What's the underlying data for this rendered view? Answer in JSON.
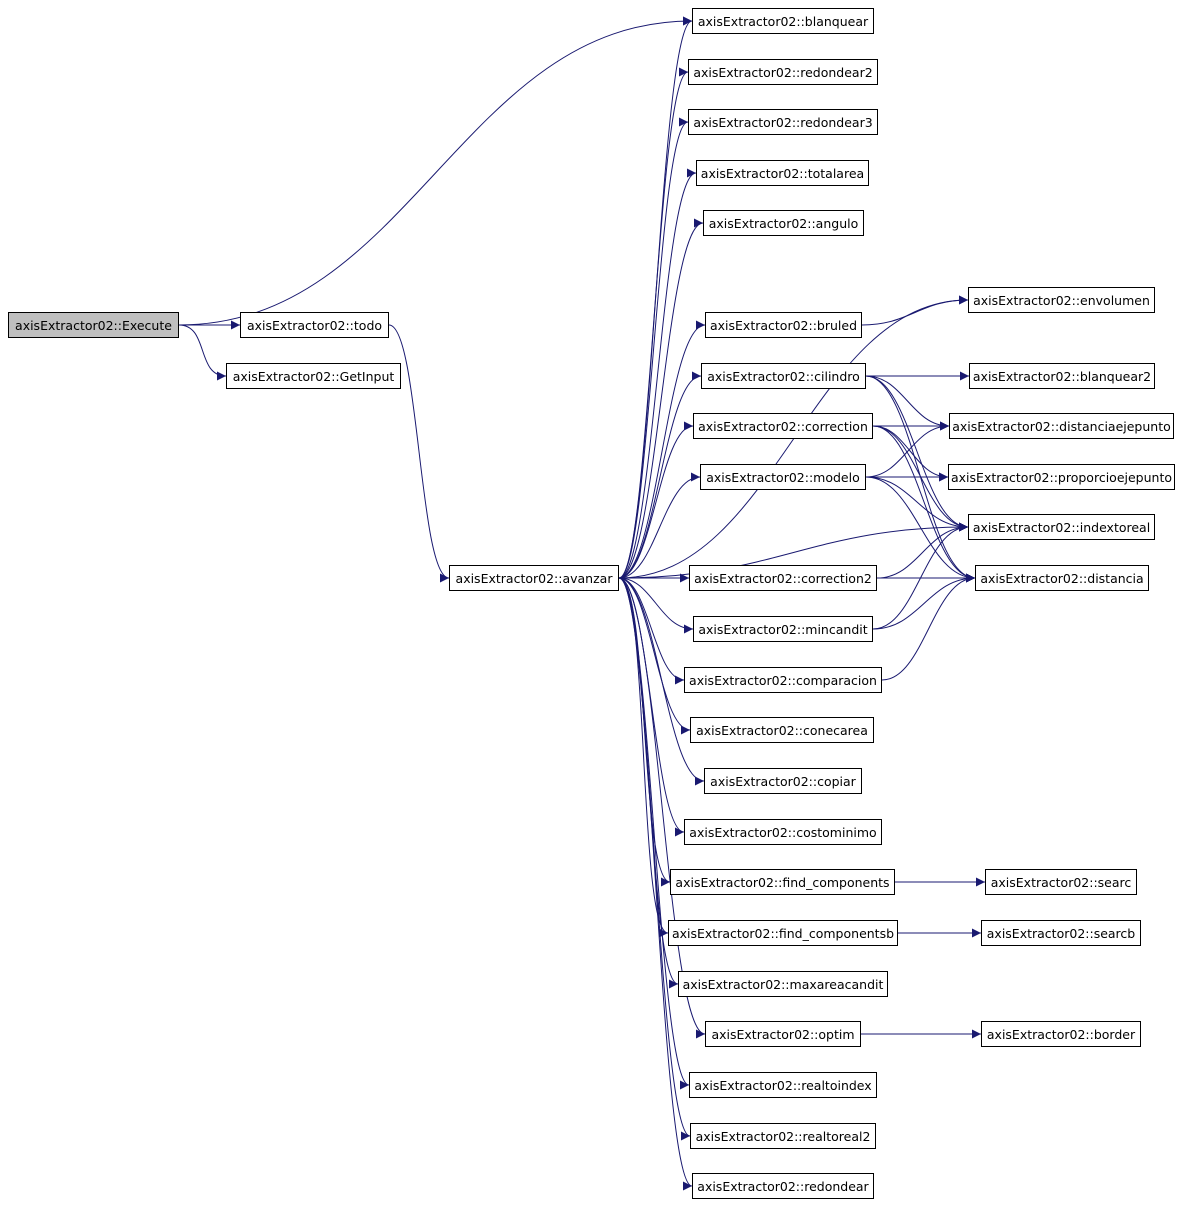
{
  "diagram": {
    "type": "call-graph",
    "edge_color": "#191970",
    "root_fill": "#bfbfbf",
    "nodes": {
      "execute": "axisExtractor02::Execute",
      "todo": "axisExtractor02::todo",
      "getinput": "axisExtractor02::GetInput",
      "avanzar": "axisExtractor02::avanzar",
      "blanquear": "axisExtractor02::blanquear",
      "redondear2": "axisExtractor02::redondear2",
      "redondear3": "axisExtractor02::redondear3",
      "totalarea": "axisExtractor02::totalarea",
      "angulo": "axisExtractor02::angulo",
      "bruled": "axisExtractor02::bruled",
      "cilindro": "axisExtractor02::cilindro",
      "correction": "axisExtractor02::correction",
      "modelo": "axisExtractor02::modelo",
      "correction2": "axisExtractor02::correction2",
      "mincandit": "axisExtractor02::mincandit",
      "comparacion": "axisExtractor02::comparacion",
      "conecarea": "axisExtractor02::conecarea",
      "copiar": "axisExtractor02::copiar",
      "costominimo": "axisExtractor02::costominimo",
      "find_components": "axisExtractor02::find_components",
      "find_componentsb": "axisExtractor02::find_componentsb",
      "maxareacandit": "axisExtractor02::maxareacandit",
      "optim": "axisExtractor02::optim",
      "realtoindex": "axisExtractor02::realtoindex",
      "realtoreal2": "axisExtractor02::realtoreal2",
      "redondear": "axisExtractor02::redondear",
      "envolumen": "axisExtractor02::envolumen",
      "blanquear2": "axisExtractor02::blanquear2",
      "distanciaejepunto": "axisExtractor02::distanciaejepunto",
      "proporcioejepunto": "axisExtractor02::proporcioejepunto",
      "indextoreal": "axisExtractor02::indextoreal",
      "distancia": "axisExtractor02::distancia",
      "searc": "axisExtractor02::searc",
      "searcb": "axisExtractor02::searcb",
      "border": "axisExtractor02::border"
    },
    "edges": [
      [
        "execute",
        "blanquear"
      ],
      [
        "execute",
        "todo"
      ],
      [
        "execute",
        "getinput"
      ],
      [
        "todo",
        "avanzar"
      ],
      [
        "avanzar",
        "blanquear"
      ],
      [
        "avanzar",
        "redondear2"
      ],
      [
        "avanzar",
        "redondear3"
      ],
      [
        "avanzar",
        "totalarea"
      ],
      [
        "avanzar",
        "angulo"
      ],
      [
        "avanzar",
        "envolumen"
      ],
      [
        "avanzar",
        "bruled"
      ],
      [
        "avanzar",
        "cilindro"
      ],
      [
        "avanzar",
        "correction"
      ],
      [
        "avanzar",
        "modelo"
      ],
      [
        "avanzar",
        "indextoreal"
      ],
      [
        "avanzar",
        "correction2"
      ],
      [
        "avanzar",
        "mincandit"
      ],
      [
        "avanzar",
        "comparacion"
      ],
      [
        "avanzar",
        "conecarea"
      ],
      [
        "avanzar",
        "copiar"
      ],
      [
        "avanzar",
        "costominimo"
      ],
      [
        "avanzar",
        "find_components"
      ],
      [
        "avanzar",
        "find_componentsb"
      ],
      [
        "avanzar",
        "maxareacandit"
      ],
      [
        "avanzar",
        "optim"
      ],
      [
        "avanzar",
        "realtoindex"
      ],
      [
        "avanzar",
        "realtoreal2"
      ],
      [
        "avanzar",
        "redondear"
      ],
      [
        "bruled",
        "envolumen"
      ],
      [
        "cilindro",
        "blanquear2"
      ],
      [
        "cilindro",
        "distanciaejepunto"
      ],
      [
        "cilindro",
        "indextoreal"
      ],
      [
        "cilindro",
        "distancia"
      ],
      [
        "correction",
        "distanciaejepunto"
      ],
      [
        "correction",
        "proporcioejepunto"
      ],
      [
        "correction",
        "indextoreal"
      ],
      [
        "correction",
        "distancia"
      ],
      [
        "modelo",
        "distanciaejepunto"
      ],
      [
        "modelo",
        "proporcioejepunto"
      ],
      [
        "modelo",
        "indextoreal"
      ],
      [
        "modelo",
        "distancia"
      ],
      [
        "correction2",
        "indextoreal"
      ],
      [
        "correction2",
        "distancia"
      ],
      [
        "mincandit",
        "indextoreal"
      ],
      [
        "mincandit",
        "distancia"
      ],
      [
        "comparacion",
        "distancia"
      ],
      [
        "find_components",
        "searc"
      ],
      [
        "find_componentsb",
        "searcb"
      ],
      [
        "optim",
        "border"
      ]
    ]
  }
}
